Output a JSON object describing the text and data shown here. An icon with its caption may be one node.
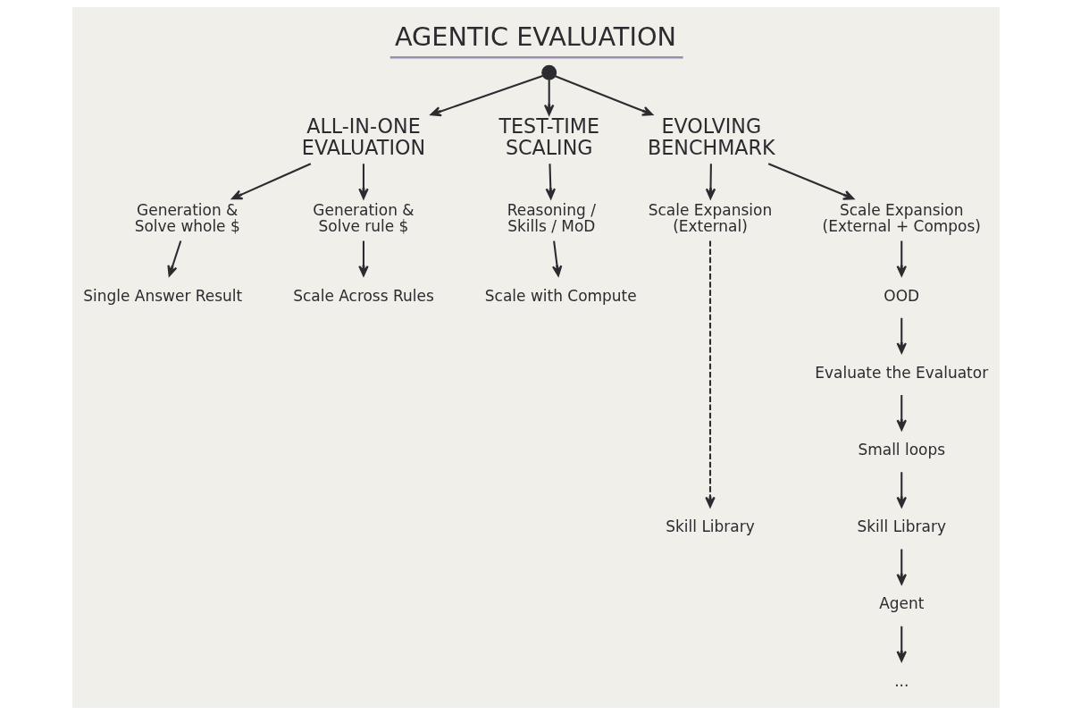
{
  "diagram": {
    "title": "AGENTIC EVALUATION",
    "nodes": [
      {
        "text": [],
        "shape": "circle"
      },
      {
        "text": [
          "ALL-IN-ONE EVALUATION"
        ]
      },
      {
        "text": [
          "TEST-TIME SCALING"
        ]
      },
      {
        "text": [
          "EVOLVING BENCHMARK"
        ]
      },
      {
        "text": [
          "Generation & Solve whole $"
        ]
      },
      {
        "text": [
          "Generation & Solve rule $"
        ]
      },
      {
        "text": [
          "Single Answer Result"
        ]
      },
      {
        "text": [
          "Scale Across Rules"
        ]
      },
      {
        "text": [
          "Reasoning / Skills / MoD"
        ]
      },
      {
        "text": [
          "Scale with Compute"
        ]
      },
      {
        "text": [
          "Scale Expansion (External)"
        ]
      },
      {
        "text": [
          "Scale Expansion (External + Compos)"
        ]
      },
      {
        "text": [
          "Skill Library"
        ]
      },
      {
        "text": [
          "OOD"
        ]
      },
      {
        "text": [
          "Evaluate the Evaluator"
        ]
      },
      {
        "text": [
          "Small loops"
        ]
      },
      {
        "text": [
          "Skill Library"
        ]
      },
      {
        "text": [
          "Agent"
        ]
      },
      {
        "text": [
          "..."
        ]
      }
    ],
    "edges": [
      {
        "from": 0,
        "to": 1,
        "arrow": "to"
      },
      {
        "from": 0,
        "to": 2,
        "arrow": "to"
      },
      {
        "from": 0,
        "to": 3,
        "arrow": "to"
      },
      {
        "from": 1,
        "to": 4,
        "arrow": "to"
      },
      {
        "from": 1,
        "to": 5,
        "arrow": "to"
      },
      {
        "from": 4,
        "to": 6,
        "arrow": "to"
      },
      {
        "from": 5,
        "to": 7,
        "arrow": "to"
      },
      {
        "from": 2,
        "to": 8,
        "arrow": "to"
      },
      {
        "from": 8,
        "to": 9,
        "arrow": "to"
      },
      {
        "from": 3,
        "to": 10,
        "arrow": "to"
      },
      {
        "from": 3,
        "to": 11,
        "arrow": "to"
      },
      {
        "from": 10,
        "to": 12,
        "arrow": "to",
        "style": "dashed"
      },
      {
        "from": 11,
        "to": 13,
        "arrow": "to"
      },
      {
        "from": 13,
        "to": 14,
        "arrow": "to"
      },
      {
        "from": 14,
        "to": 15,
        "arrow": "to"
      },
      {
        "from": 15,
        "to": 16,
        "arrow": "to"
      },
      {
        "from": 16,
        "to": 17,
        "arrow": "to"
      },
      {
        "from": 17,
        "to": 18,
        "arrow": "to"
      }
    ]
  }
}
